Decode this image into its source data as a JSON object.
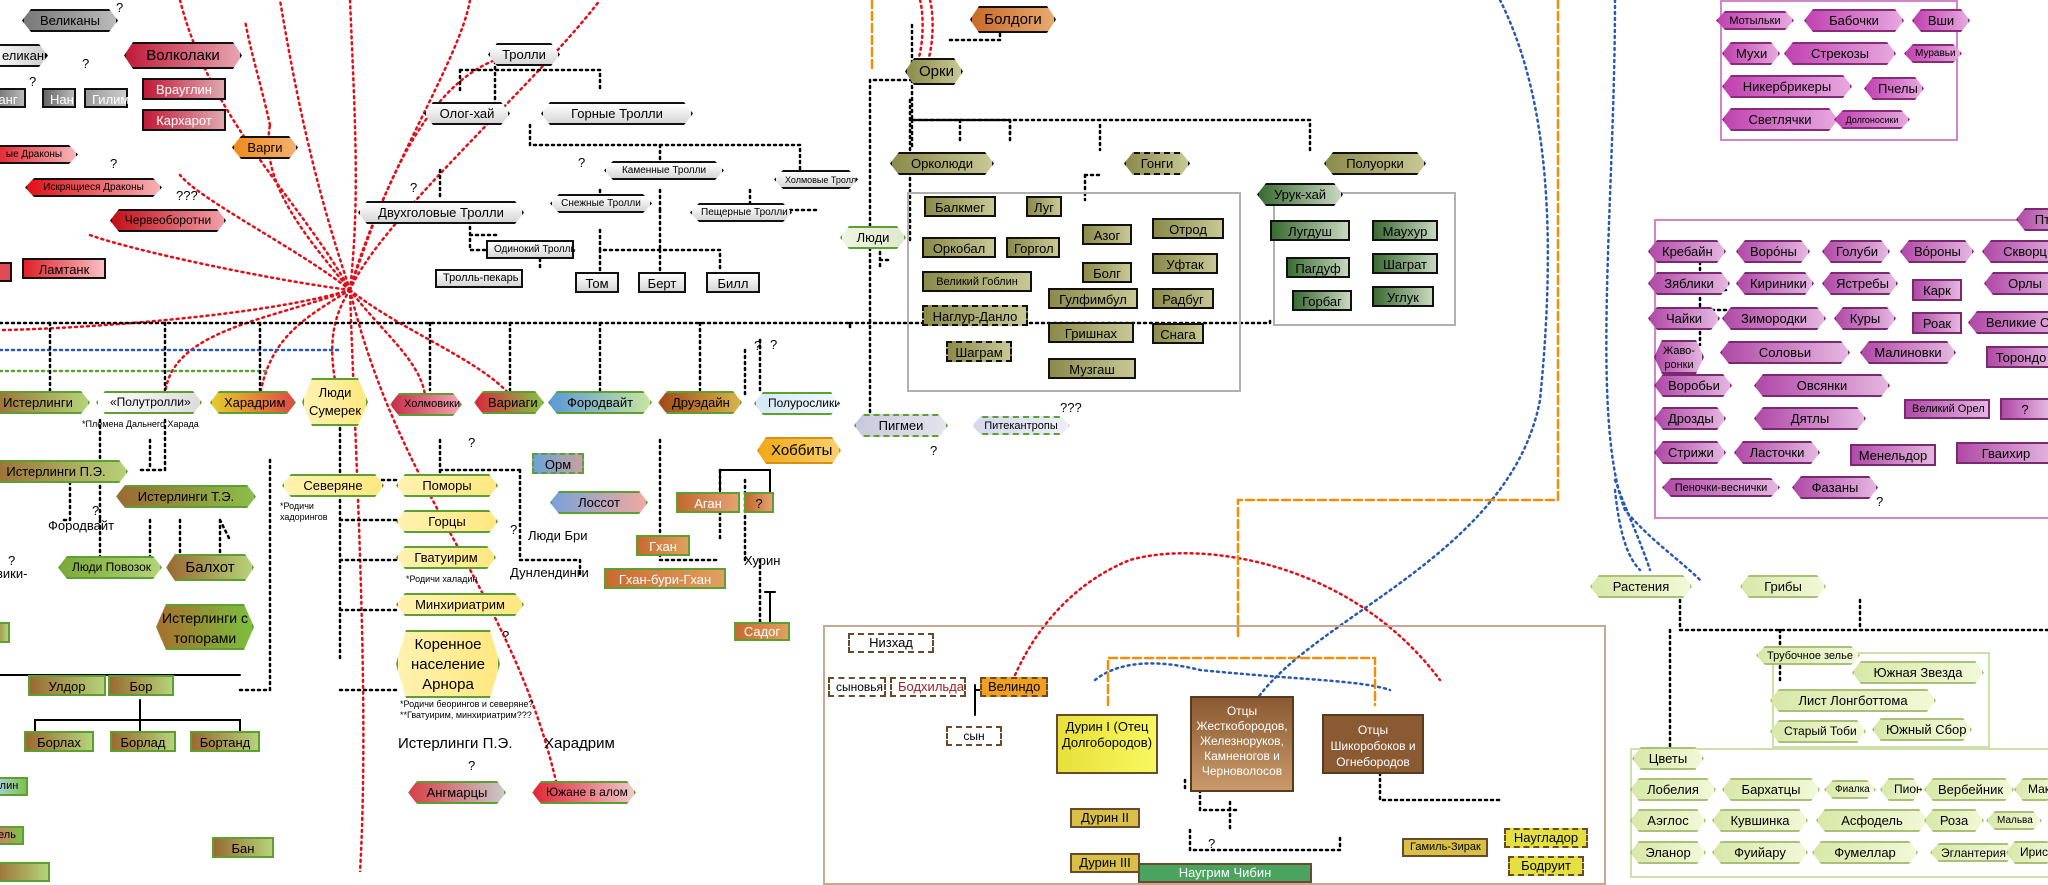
{
  "nodes": {
    "velikany_top": "Великаны",
    "velikany_left": "еликаны",
    "volkolaki": "Волколаки",
    "vrauglin": "Врауглин",
    "karharot": "Кархарот",
    "vargi": "Варги",
    "nang": "анг",
    "nan": "Нан",
    "gilim": "Гилим",
    "drakony_left": "ые Драконы",
    "iskryashchiesya": "Искрящиеся Драконы",
    "cherveoborotni": "Червеоборотни",
    "lamtank": "Ламтанк",
    "trolli": "Тролли",
    "olog_hai": "Олог-хай",
    "gornye_trolli": "Горные Тролли",
    "kamennye_trolli": "Каменные Тролли",
    "holmovye_trolli": "Холмовые Тролли",
    "dvuhgolovye": "Двухголовые Тролли",
    "snezhnye": "Снежные Тролли",
    "peshchernye": "Пещерные Тролли",
    "odinokiy": "Одинокий Тролль",
    "troll_pekar": "Тролль-пекарь",
    "tom": "Том",
    "bert": "Берт",
    "bill": "Билл",
    "boldogi": "Болдоги",
    "orki": "Орки",
    "orkolyudi": "Орколюди",
    "gongi": "Гонги",
    "poluorki": "Полуорки",
    "uruk_hai": "Урук-хай",
    "lyudi_link": "Люди",
    "balkmeg": "Балкмег",
    "lug": "Луг",
    "orkobal": "Оркобал",
    "gorgol": "Горгол",
    "azog": "Азог",
    "otrod": "Отрод",
    "veliky_goblin": "Великий Гоблин",
    "bolg": "Болг",
    "uftak": "Уфтак",
    "naglur": "Наглур-Данло",
    "gulfimbul": "Гулфимбул",
    "radbug": "Радбуг",
    "shagram": "Шаграм",
    "grishnah": "Гришнах",
    "snaga": "Снага",
    "muzgash": "Музгаш",
    "lugdush": "Лугдуш",
    "mauhur": "Маухур",
    "pagduf": "Пагдуф",
    "shagrat": "Шаграт",
    "gorbag": "Горбаг",
    "ugluk": "Углук",
    "pigmei": "Пигмеи",
    "pitekantropy": "Питекантропы",
    "vostochniki_left": "Истерлинги",
    "polutrolli": "«Полутролли»",
    "haradrim": "Харадрим",
    "lyudi_sumerek": "Люди Сумерек",
    "holmoviki": "Холмовики",
    "variagi": "Вариаги",
    "forodvait": "Фородвайт",
    "druedain": "Друэдайн",
    "polurosliki": "Полурослики",
    "hobbity": "Хоббиты",
    "isterlingi_pe": "Истерлинги П.Э.",
    "isterlingi_te": "Истерлинги Т.Э.",
    "lyudi_povozok": "Люди Повозок",
    "balhot": "Балхот",
    "isterlingi_topory": "Истерлинги с топорами",
    "severyane": "Северяне",
    "pomory": "Поморы",
    "gorcy": "Горцы",
    "gvatuirim": "Гватуирим",
    "minhiriatrim": "Минхириатрим",
    "korennoe": "Коренное население Арнора",
    "orm": "Орм",
    "lossot": "Лоссот",
    "agan": "Аган",
    "q_box": "?",
    "gan": "Гхан",
    "gan_buri_gan": "Гхан-бури-Гхан",
    "sadog": "Садог",
    "udlor": "Улдор",
    "bor": "Бор",
    "borlah": "Борлах",
    "borlad": "Борлад",
    "bortand": "Бортанд",
    "ban": "Бан",
    "angmarcy": "Ангмарцы",
    "yuzhane": "Южане в алом",
    "lin_left": "лин",
    "el_left": "ель",
    "nizhad": "Низхад",
    "synovya": "сыновья",
    "bodhilda": "Бодхильда",
    "velindo": "Велиндо",
    "syn": "сын",
    "durin1": "Дурин I (Отец Долгобородов)",
    "otcy1": "Отцы Жесткобородов, Железноруков, Камненогов и Черноволосов",
    "otcy2": "Отцы Шикоробоков и Огнебородов",
    "durin2": "Дурин II",
    "durin3": "Дурин III",
    "nauglador": "Наугладор",
    "bodruit": "Бодруит",
    "gamil": "Гамиль-Зирак",
    "motylki": "Мотыльки",
    "babochki": "Бабочки",
    "vshi": "Вши",
    "muhi": "Мухи",
    "strekozy": "Стрекозы",
    "muravyi": "Муравьи",
    "nikerbrikery": "Никербрикеры",
    "pchely": "Пчелы",
    "svetlyachki": "Светлячки",
    "dolgonosiki": "Долгоносики",
    "pti": "Пти",
    "krebain": "Кребайн",
    "vorony1": "Воро́ны",
    "golubi": "Голуби",
    "vorony2": "Во́роны",
    "skvorcy": "Скворц",
    "zyabliki": "Зяблики",
    "kiriniki": "Кириники",
    "yastreby": "Ястребы",
    "kark": "Карк",
    "orly": "Орлы",
    "chaiki": "Чайки",
    "zimorodki": "Зимородки",
    "kury": "Куры",
    "roak": "Роак",
    "velikie": "Великие О",
    "zhavoronki": "Жаво-ронки",
    "solovyi": "Соловьи",
    "malinovki": "Малиновки",
    "torondo": "Торондо",
    "vorobyi": "Воробьи",
    "ovsyanki": "Овсянки",
    "veliky_orel": "Великий Орел",
    "q_bird": "?",
    "drozdy": "Дрозды",
    "dyatly": "Дятлы",
    "menelvdor": "Менельдор",
    "gvaihir": "Гваихир",
    "strizhi": "Стрижи",
    "lastochki": "Ласточки",
    "penochki": "Пеночки-веснички",
    "fazany": "Фазаны",
    "rasteniya": "Растения",
    "griby": "Грибы",
    "trubochnoe": "Трубочное зелье",
    "yuzhnaya_zvezda": "Южная Звезда",
    "list": "Лист Лонгботтома",
    "stary_tobi": "Старый Тоби",
    "yuzhny_sbor": "Южный Сбор",
    "cvety": "Цветы",
    "lobeliya": "Лобелия",
    "barhatcy": "Бархатцы",
    "fialka": "Фиалка",
    "pion": "Пион",
    "verbeinik": "Вербейник",
    "mak": "Мак",
    "aeglos": "Аэглос",
    "kuvshinka": "Кувшинка",
    "asfodel": "Асфодель",
    "roza": "Роза",
    "malva": "Мальва",
    "elanor": "Эланор",
    "fuiyaru": "Фуийару",
    "fumellar": "Фумеллар",
    "eglantiya": "Эглантерия",
    "iris": "Ирис",
    "naugrim": "Наугрим Чибин"
  },
  "labels": {
    "q1": "?",
    "q2": "?",
    "q3": "?",
    "q4": "?",
    "q5": "???",
    "q6": "?",
    "q7": "?",
    "q8": "?",
    "q9": "???",
    "q10": "?",
    "q11": "?",
    "q12": "?",
    "q13": "?",
    "q14": "?",
    "q15": "?",
    "q16": "?",
    "q17": "?",
    "q18": "?",
    "q19": "?",
    "q20": "?",
    "q21": "?",
    "q22": "?",
    "q23": "?",
    "plemena": "*Племена Дальнего Харада",
    "rodichi_hador": "*Родичи хадорингов",
    "rodichi_haladin": "*Родичи халадин",
    "rodichi_beoring": "*Родичи беорингов и северяне?",
    "gvatuirim_note": "**Гватуирим, минхириатрим???",
    "forodvait_lbl": "Фородвайт",
    "vostochniki_lbl": "вики-",
    "lyudi_bri": "Люди Бри",
    "dunlendingi": "Дунлендинги",
    "hurin": "Хурин",
    "isterlingi_pe_lbl": "Истерлинги П.Э.",
    "haradrim_lbl": "Харадрим"
  },
  "colors": {
    "red_line": "#e0101a",
    "blue_line": "#2a5ab0",
    "orange_line": "#f0900a",
    "black_line": "#000000",
    "bird_frame": "#d086c8",
    "orc_frame": "#b0b0b0",
    "plant_frame": "#cde0a8",
    "dwarf_frame": "#c8a890"
  }
}
